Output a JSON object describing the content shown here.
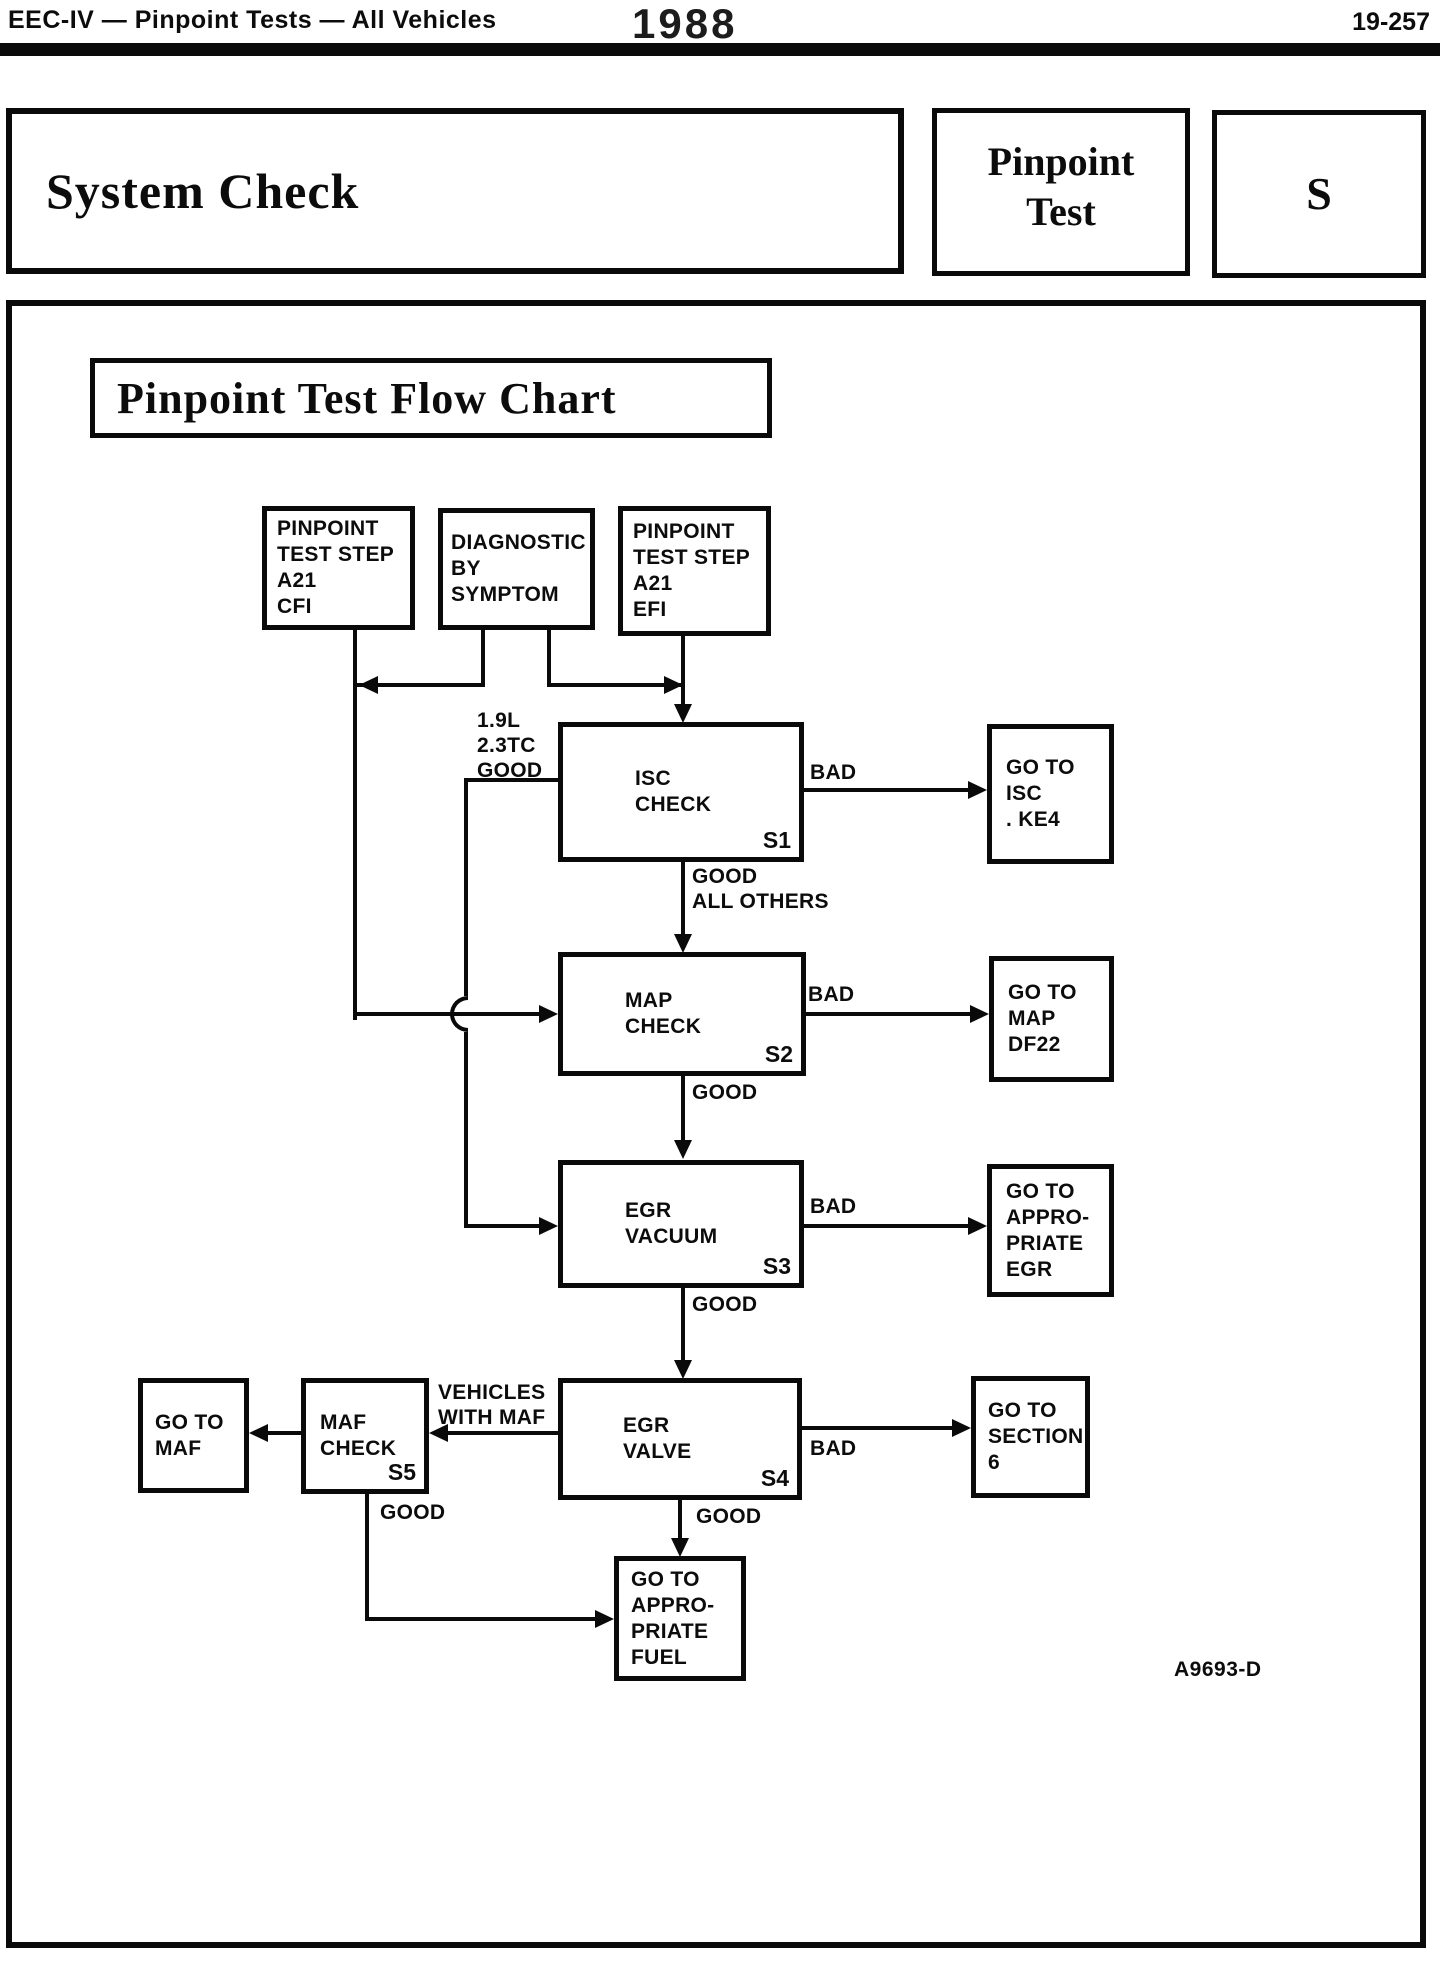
{
  "colors": {
    "ink": "#0a0a0a",
    "paper": "#ffffff"
  },
  "header": {
    "left": "EEC-IV — Pinpoint Tests — All Vehicles",
    "year": "1988",
    "page": "19-257"
  },
  "title_row": {
    "system_check": "System Check",
    "pinpoint_test": {
      "lines": [
        "Pinpoint",
        "Test"
      ]
    },
    "section_letter": "S"
  },
  "chart": {
    "title": "Pinpoint Test Flow Chart",
    "figure_code": "A9693-D",
    "nodes": {
      "cfi": {
        "lines": [
          "PINPOINT",
          "TEST STEP",
          "A21",
          "CFI"
        ]
      },
      "diagnostic": {
        "lines": [
          "DIAGNOSTIC",
          "BY",
          "SYMPTOM"
        ]
      },
      "efi": {
        "lines": [
          "PINPOINT",
          "TEST STEP",
          "A21",
          "EFI"
        ]
      },
      "isc": {
        "lines": [
          "ISC",
          "CHECK"
        ],
        "step": "S1"
      },
      "goto_isc": {
        "lines": [
          "GO TO",
          "ISC",
          ". KE4"
        ]
      },
      "map": {
        "lines": [
          "MAP",
          "CHECK"
        ],
        "step": "S2"
      },
      "goto_map": {
        "lines": [
          "GO TO",
          "MAP",
          "DF22"
        ]
      },
      "egr_vacuum": {
        "lines": [
          "EGR",
          "VACUUM"
        ],
        "step": "S3"
      },
      "goto_egr": {
        "lines": [
          "GO TO",
          "APPRO-",
          "PRIATE",
          "EGR"
        ]
      },
      "egr_valve": {
        "lines": [
          "EGR",
          "VALVE"
        ],
        "step": "S4"
      },
      "goto_sec6": {
        "lines": [
          "GO TO",
          "SECTION",
          "6"
        ]
      },
      "maf_check": {
        "lines": [
          "MAF",
          "CHECK"
        ],
        "step": "S5"
      },
      "goto_maf": {
        "lines": [
          "GO TO",
          "MAF"
        ]
      },
      "goto_fuel": {
        "lines": [
          "GO TO",
          "APPRO-",
          "PRIATE",
          "FUEL"
        ]
      }
    },
    "labels": {
      "engines_good": {
        "lines": [
          "1.9L",
          "2.3TC",
          "GOOD"
        ]
      },
      "bad_s1": "BAD",
      "good_all_others": {
        "lines": [
          "GOOD",
          "ALL OTHERS"
        ]
      },
      "bad_s2": "BAD",
      "good_s2": "GOOD",
      "bad_s3": "BAD",
      "good_s3": "GOOD",
      "vehicles_with_maf": {
        "lines": [
          "VEHICLES",
          "WITH MAF"
        ]
      },
      "bad_s4": "BAD",
      "good_s4": "GOOD",
      "good_s5": "GOOD"
    }
  }
}
